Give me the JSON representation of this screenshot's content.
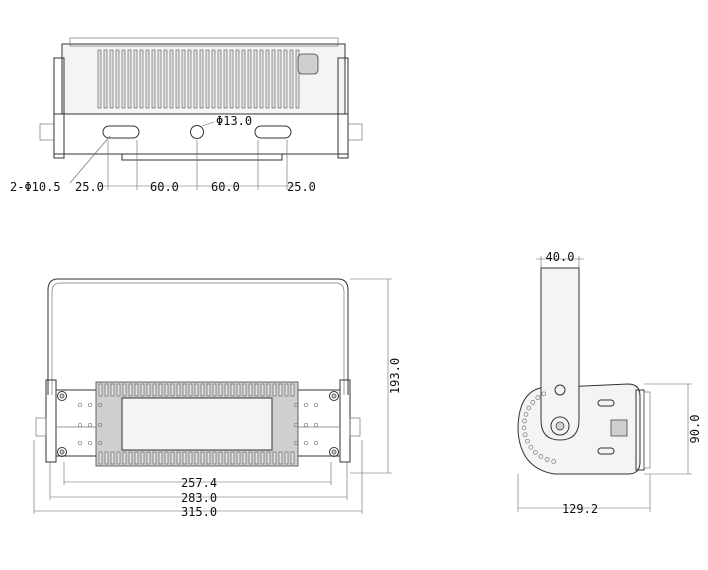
{
  "top_view": {
    "hole_callout": "2-Φ10.5",
    "center_hole": "Φ13.0",
    "spacing": [
      "25.0",
      "60.0",
      "60.0",
      "25.0"
    ]
  },
  "front_view": {
    "height": "193.0",
    "widths": [
      "257.4",
      "283.0",
      "315.0"
    ]
  },
  "side_view": {
    "bracket_width": "40.0",
    "depth": "129.2",
    "height": "90.0"
  }
}
